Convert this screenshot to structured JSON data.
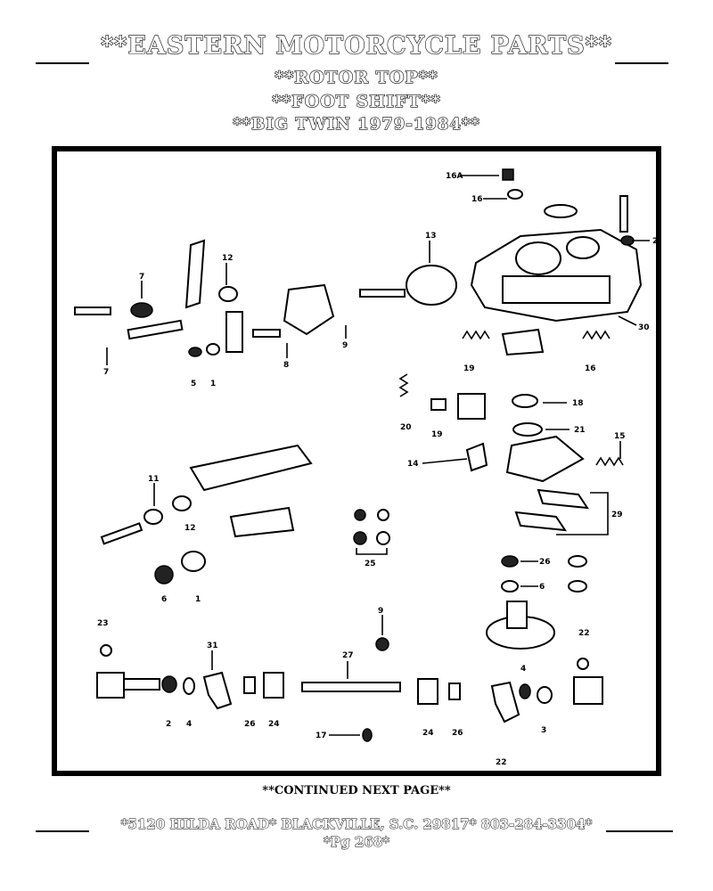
{
  "header": {
    "title": "**EASTERN MOTORCYCLE PARTS**",
    "subtitle1": "**ROTOR TOP**",
    "subtitle2": "**FOOT SHIFT**",
    "subtitle3": "**BIG TWIN 1979-1984**"
  },
  "diagram": {
    "callouts": [
      "16A",
      "16",
      "2",
      "13",
      "30",
      "7",
      "12",
      "9",
      "5",
      "1",
      "7",
      "8",
      "18",
      "16",
      "19",
      "20",
      "19",
      "21",
      "14",
      "15",
      "11",
      "12",
      "29",
      "6",
      "1",
      "25",
      "26",
      "9",
      "6",
      "23",
      "31",
      "27",
      "22",
      "2",
      "4",
      "26",
      "24",
      "24",
      "26",
      "17",
      "4",
      "3",
      "22"
    ]
  },
  "footer": {
    "continued": "**CONTINUED NEXT PAGE**",
    "address": "*5120 HILDA ROAD* BLACKVILLE, S.C. 29817* 803-284-3304*",
    "page": "*Pg 268*"
  }
}
